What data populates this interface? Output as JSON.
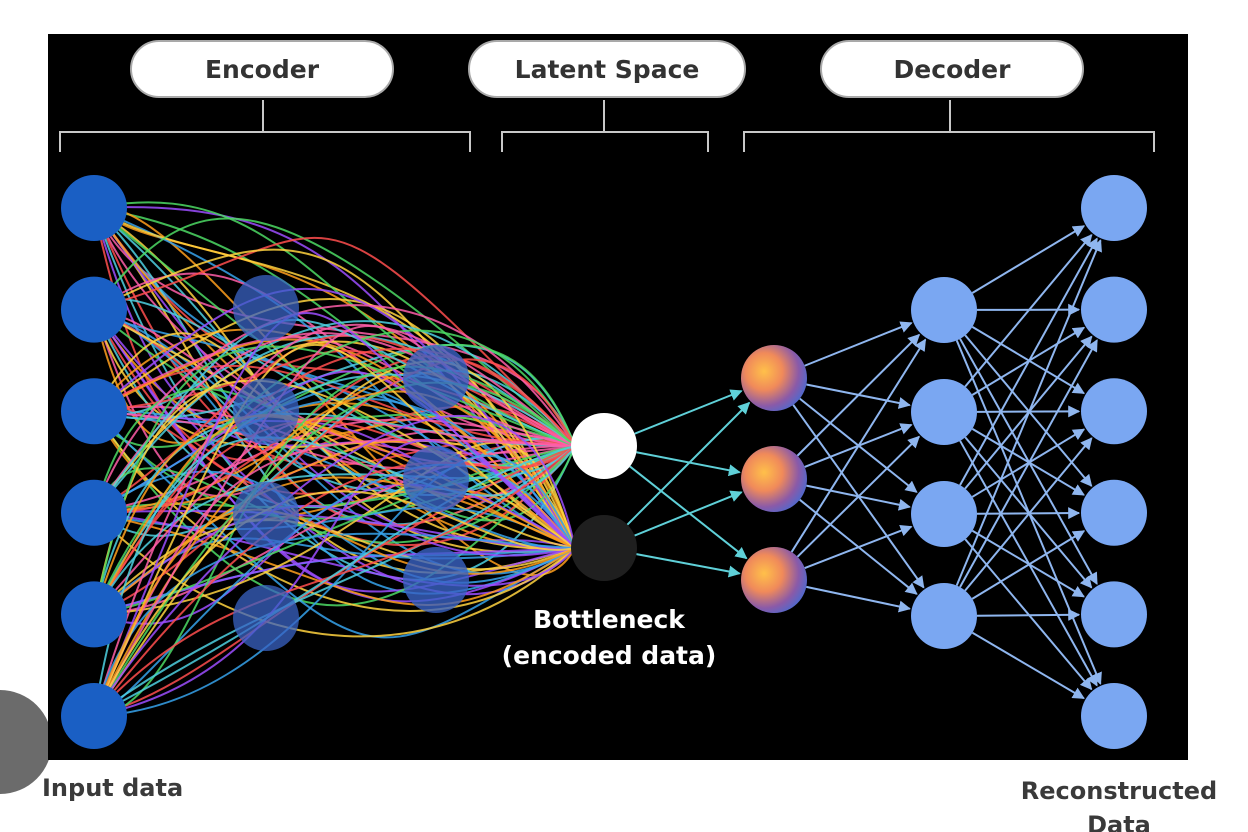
{
  "sections": {
    "encoder": "Encoder",
    "latent": "Latent Space",
    "decoder": "Decoder"
  },
  "labels": {
    "bottleneck_line1": "Bottleneck",
    "bottleneck_line2": "(encoded data)",
    "input": "Input data",
    "reconstructed_line1": "Reconstructed",
    "reconstructed_line2": "Data"
  },
  "layers": {
    "input_nodes": 6,
    "encoder_hidden1_nodes": 4,
    "encoder_hidden2_nodes": 3,
    "bottleneck_nodes": 2,
    "decoder_hidden1_nodes": 3,
    "decoder_hidden2_nodes": 4,
    "output_nodes": 6
  },
  "colors": {
    "background": "#000000",
    "input_node": "#1a5fc4",
    "hidden_node": "#3a63c4",
    "bottleneck_white": "#ffffff",
    "bottleneck_dark": "#1f1f1f",
    "decoder_node": "#7aa7f2",
    "arrow": "#8fb6ef",
    "arrow_teal": "#5fd0d8",
    "encoder_lines": [
      "#ff4d4d",
      "#ffd23f",
      "#4dd0e1",
      "#9c4dff",
      "#4cd964",
      "#ff9f1c",
      "#ff5ea8",
      "#36a2eb"
    ]
  }
}
